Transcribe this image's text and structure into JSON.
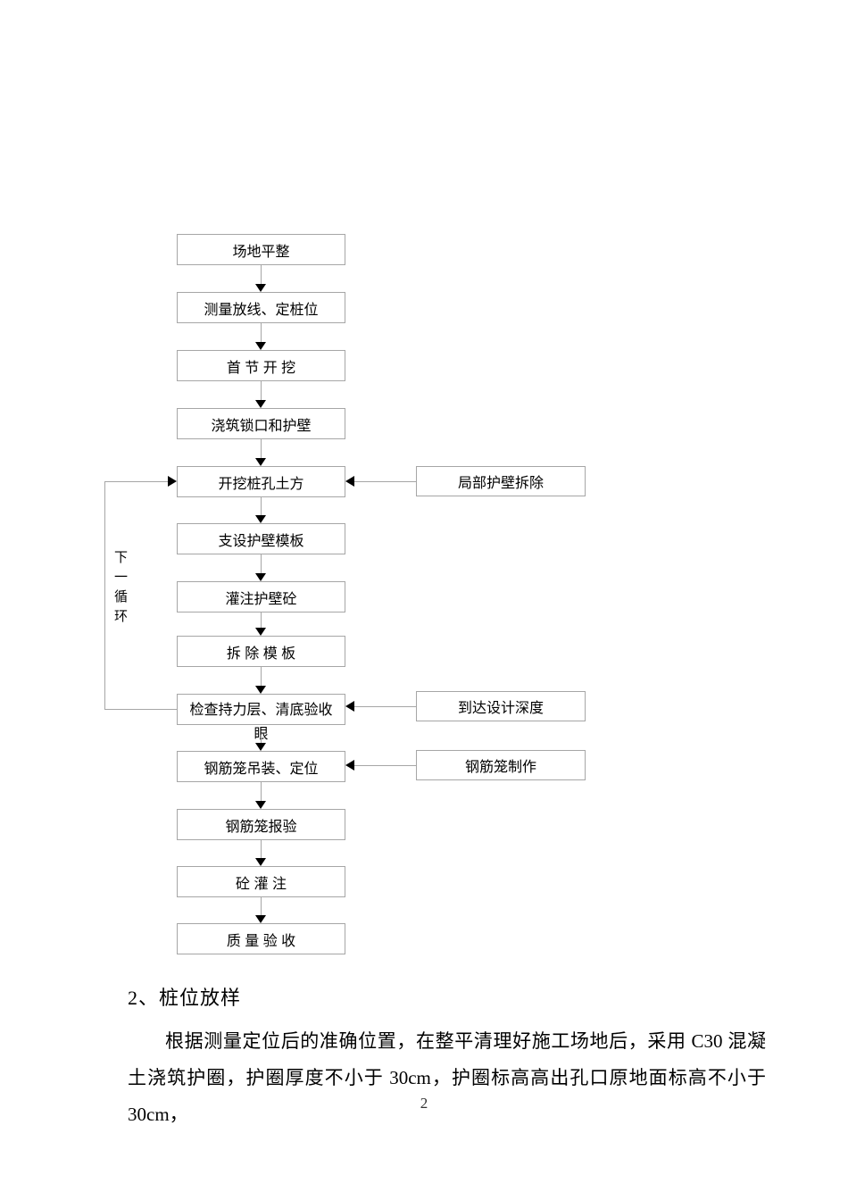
{
  "document": {
    "section_heading": "2、桩位放样",
    "paragraph": "根据测量定位后的准确位置，在整平清理好施工场地后，采用 C30 混凝土浇筑护圈，护圈厚度不小于 30cm，护圈标高高出孔口原地面标高不小于 30cm，",
    "page_number": "2"
  },
  "flowchart": {
    "loop_label": "下一循环",
    "main_steps": [
      "场地平整",
      "测量放线、定桩位",
      "首 节 开 挖",
      "浇筑锁口和护壁",
      "开挖桩孔土方",
      "支设护壁模板",
      "灌注护壁砼",
      "拆 除 模 板",
      "检查持力层、清底验收眼",
      "钢筋笼吊装、定位",
      "钢筋笼报验",
      "砼 灌 注",
      "质 量 验 收"
    ],
    "side_steps": [
      "局部护壁拆除",
      "到达设计深度",
      "钢筋笼制作"
    ],
    "colors": {
      "box_border": "#a6a6a6",
      "connector_line": "#a6a6a6",
      "arrowhead": "#000000",
      "text": "#000000"
    }
  }
}
